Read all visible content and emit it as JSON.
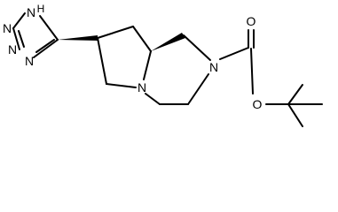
{
  "molecule": {
    "atoms": {
      "tetrazole_nh_h": "H",
      "tetrazole_nh_n": "N",
      "tetrazole_n_2": "N",
      "tetrazole_n_3": "N",
      "tetrazole_n_4": "N",
      "ring_n_bridgehead": "N",
      "ring_n_carbamate": "N",
      "ester_o_carbonyl": "O",
      "ester_o_ether": "O"
    },
    "colors": {
      "bond": "#000000",
      "background": "#ffffff"
    }
  }
}
